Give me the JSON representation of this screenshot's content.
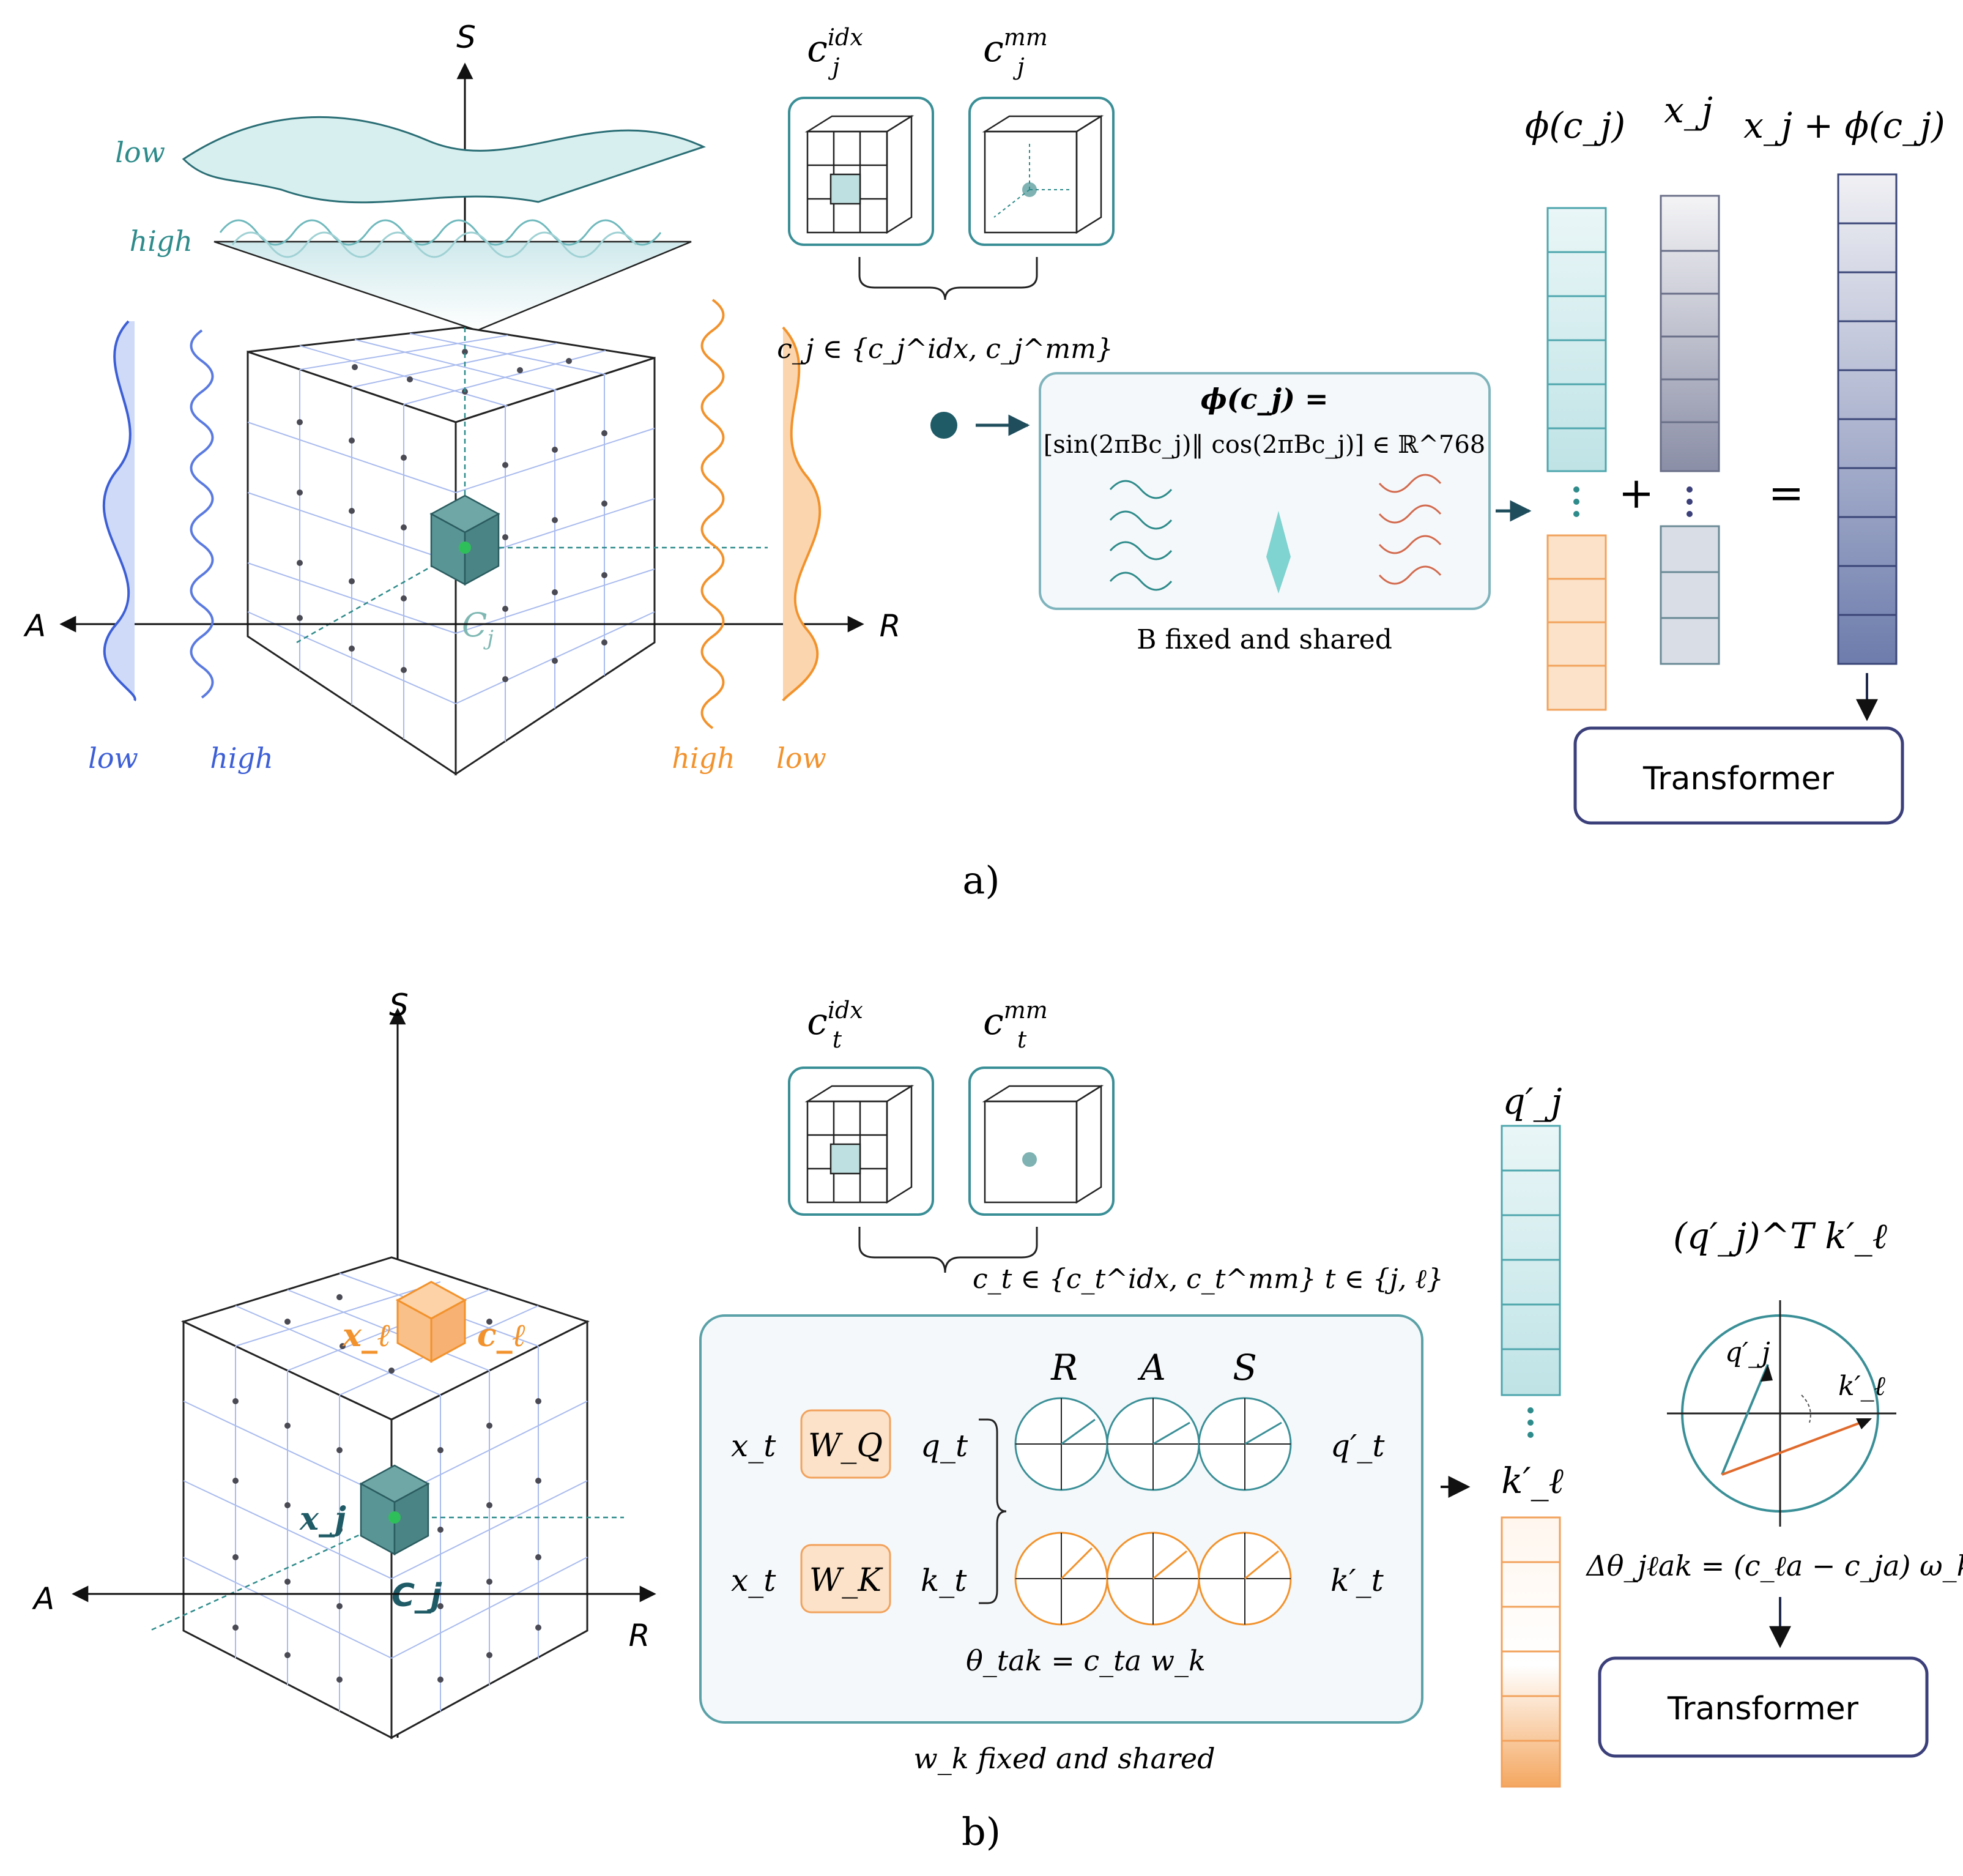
{
  "panel_a": {
    "caption": "a)",
    "axes": {
      "s": "S",
      "a": "A",
      "r": "R"
    },
    "voxel_label": "C",
    "voxel_sub": "j",
    "freq_labels": {
      "s_low": "low",
      "s_high": "high",
      "a_low": "low",
      "a_high": "high",
      "r_high": "high",
      "r_low": "low"
    },
    "coord_idx": {
      "base": "c",
      "sub": "j",
      "sup": "idx"
    },
    "coord_mm": {
      "base": "c",
      "sub": "j",
      "sup": "mm"
    },
    "coord_set": "c_j ∈ {c_j^idx, c_j^mm}",
    "formula_line1": "ϕ(c_j) =",
    "formula_line2": "[sin(2πBc_j)‖ cos(2πBc_j)] ∈ ℝ^768",
    "box_caption": "B fixed and shared",
    "vec_headers": [
      "ϕ(c_j)",
      "x_j",
      "x_j + ϕ(c_j)"
    ],
    "plus": "+",
    "equals": "=",
    "transformer": "Transformer"
  },
  "panel_b": {
    "caption": "b)",
    "axes": {
      "s": "S",
      "a": "A",
      "r": "R"
    },
    "cube_labels": {
      "xl": "x_ℓ",
      "cl": "c_ℓ",
      "xj": "x_j",
      "cj": "C_j"
    },
    "coord_idx": {
      "base": "c",
      "sub": "t",
      "sup": "idx"
    },
    "coord_mm": {
      "base": "c",
      "sub": "t",
      "sup": "mm"
    },
    "coord_set": "c_t ∈ {c_t^idx, c_t^mm} t ∈ {j, ℓ}",
    "rotation_headers": [
      "R",
      "A",
      "S"
    ],
    "rows": [
      {
        "input": "x_t",
        "weight": "W_Q",
        "proj": "q_t",
        "out": "q′_t"
      },
      {
        "input": "x_t",
        "weight": "W_K",
        "proj": "k_t",
        "out": "k′_t"
      }
    ],
    "theta_eq": "θ_tak = c_ta w_k",
    "box_caption": "w_k fixed and shared",
    "vec_q": "q′_j",
    "vec_k": "k′_ℓ",
    "attn_title": "(q′_j)^T k′_ℓ",
    "circle_q": "q′_j",
    "circle_k": "k′_ℓ",
    "delta_eq": "Δθ_jℓak = (c_ℓa − c_ja) ω_k",
    "transformer": "Transformer"
  },
  "colors": {
    "teal": "#2e8b8b",
    "teal_light": "#d5eef0",
    "blue": "#3d5fd6",
    "orange": "#f2922c",
    "orange_light": "#fbe0c6",
    "navy": "#3b3f7a",
    "grid": "#9fb2e8",
    "dot": "#4a4a55"
  }
}
